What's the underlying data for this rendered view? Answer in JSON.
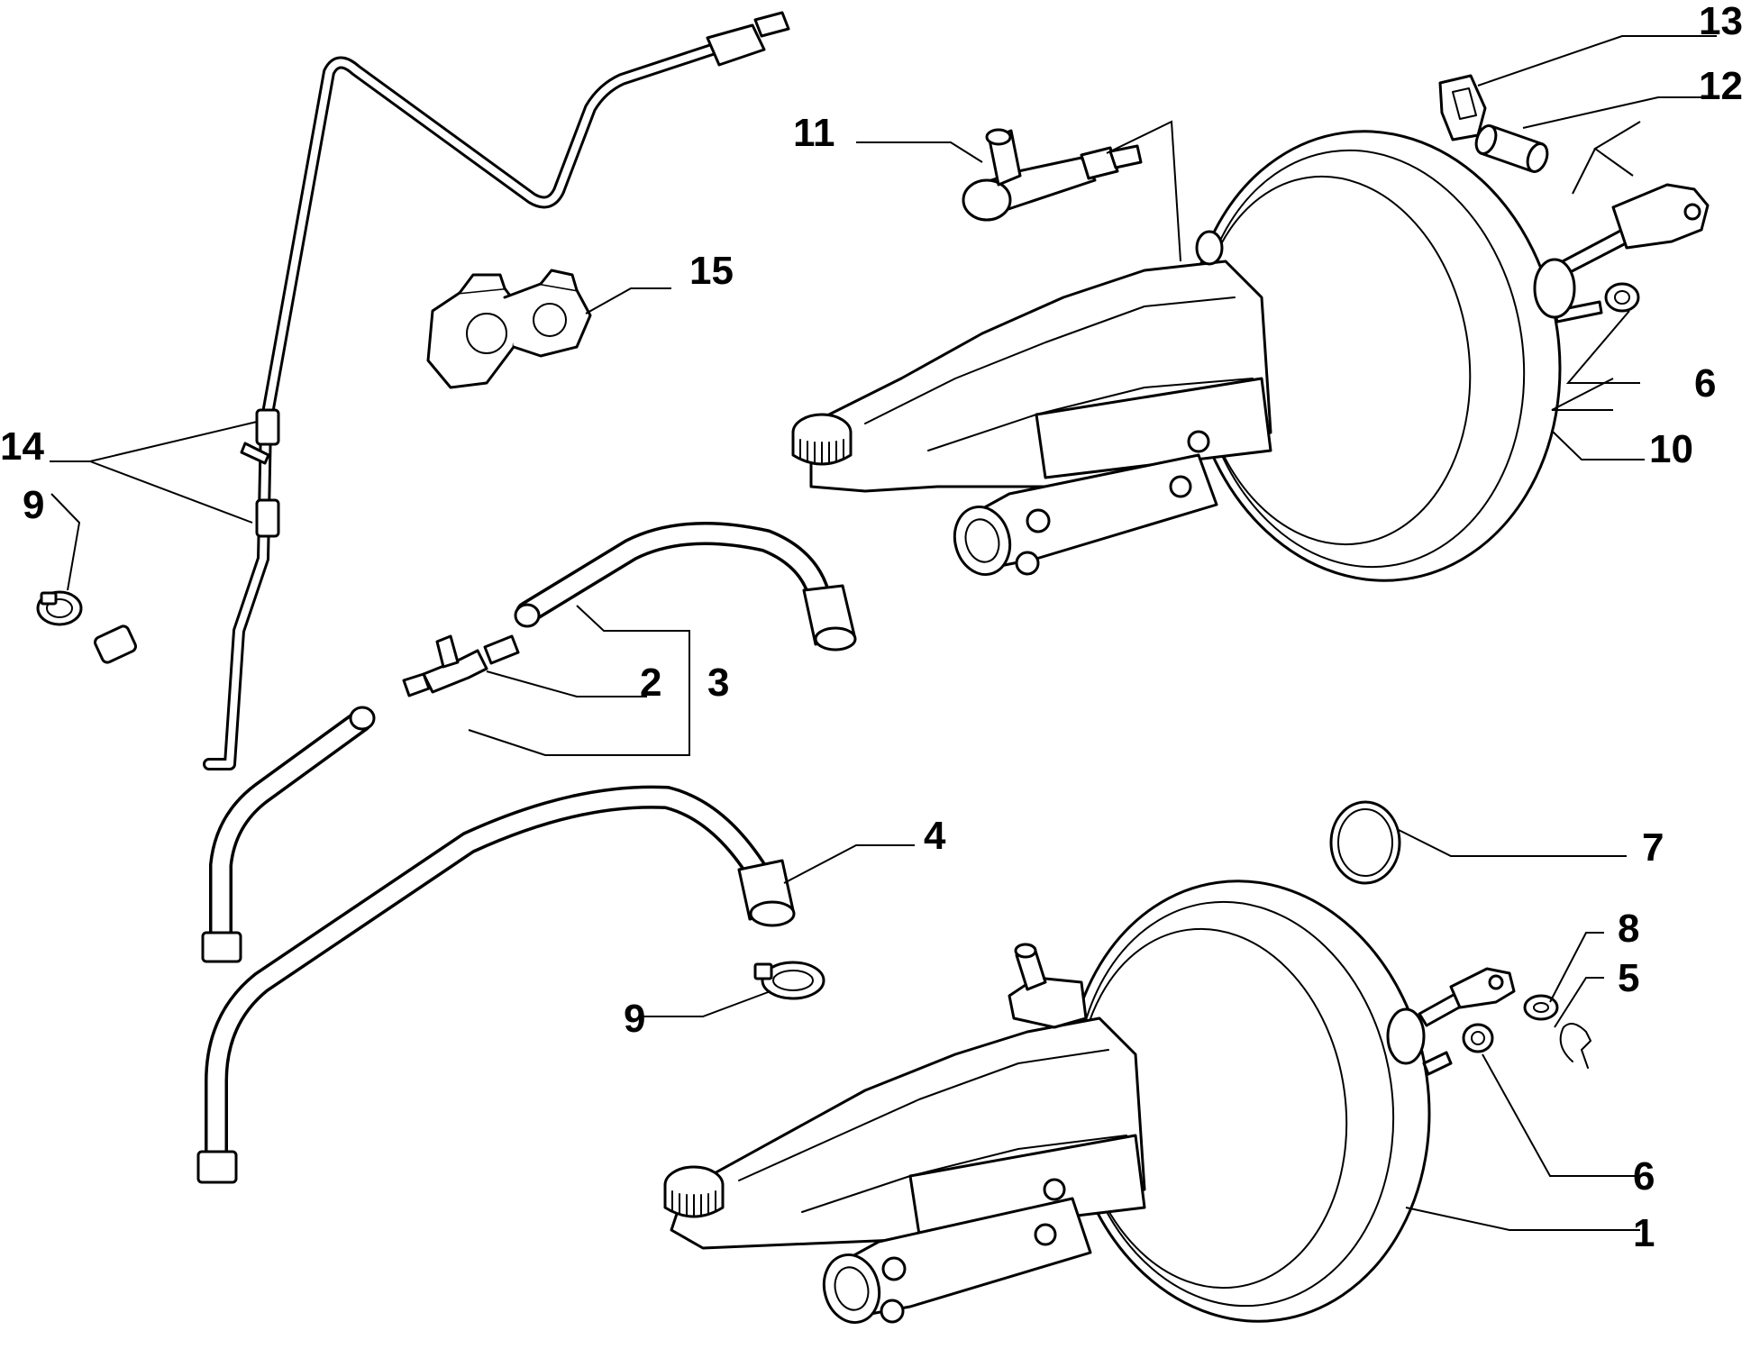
{
  "callouts": {
    "c1": "1",
    "c2": "2",
    "c3": "3",
    "c4": "4",
    "c5": "5",
    "c6a": "6",
    "c6b": "6",
    "c7": "7",
    "c8": "8",
    "c9a": "9",
    "c9b": "9",
    "c10": "10",
    "c11": "11",
    "c12": "12",
    "c13": "13",
    "c14": "14",
    "c15": "15"
  }
}
